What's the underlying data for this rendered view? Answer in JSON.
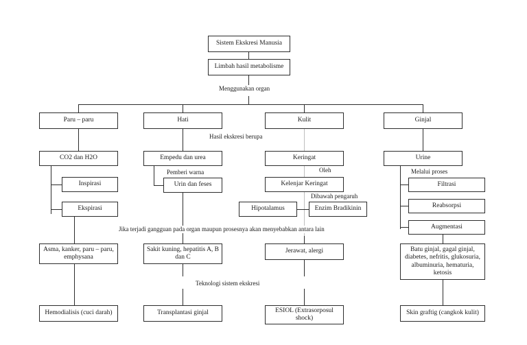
{
  "diagram": {
    "title": "Sistem Ekskresi Manusia",
    "type": "flowchart",
    "background_color": "#ffffff",
    "line_color": "#2b2b2b",
    "text_color": "#1a1a1a",
    "nodes": {
      "root": "Sistem Ekskresi Manusia",
      "waste": "Limbah hasil metabolisme",
      "organs": {
        "lungs": "Paru – paru",
        "liver": "Hati",
        "skin": "Kulit",
        "kidney": "Ginjal"
      },
      "products": {
        "lungs": "CO2 dan H2O",
        "liver": "Empedu dan urea",
        "skin": "Keringat",
        "kidney": "Urine"
      },
      "lungs_sub": {
        "inspiration": "Inspirasi",
        "expiration": "Ekspirasi"
      },
      "liver_sub": {
        "color": "Urin dan feses"
      },
      "skin_sub": {
        "gland": "Kelenjar Keringat",
        "hypothalamus": "Hipotalamus",
        "enzyme": "Enzim Bradikinin"
      },
      "kidney_sub": {
        "filtration": "Filtrasi",
        "reabsorption": "Reabsorpsi",
        "augmentation": "Augmentasi"
      },
      "disorders": {
        "lungs": "Asma, kanker, paru – paru, emphysana",
        "liver": "Sakit kuning, hepatitis A, B dan C",
        "skin": "Jerawat, alergi",
        "kidney": "Batu ginjal, gagal ginjal, diabetes, nefritis, glukosuria, albuminuria, hematuria, ketosis"
      },
      "technology": {
        "lungs": "Hemodialisis (cuci darah)",
        "liver": "Transplantasi ginjal",
        "skin": "ESIOL (Extrasorposul shock)",
        "kidney": "Skin graftig (cangkok kulit)"
      }
    },
    "edge_labels": {
      "uses_organ": "Menggunakan organ",
      "excretion_result": "Hasil ekskresi berupa",
      "color_giver": "Pemberi warna",
      "by": "Oleh",
      "under_influence": "Dibawah pengaruh",
      "through_process": "Melalui proses",
      "if_disorder": "Jika terjadi gangguan pada organ maupun prosesnya akan menyebabkan antara lain",
      "technology": "Teknologi sistem ekskresi"
    }
  }
}
